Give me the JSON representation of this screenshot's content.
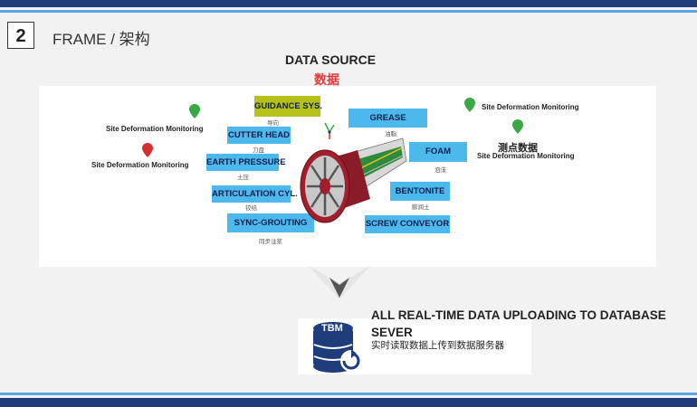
{
  "section": {
    "number": "2",
    "title": "FRAME / 架构"
  },
  "data_source": {
    "title": "DATA SOURCE",
    "subtitle": "数据"
  },
  "modules": {
    "guidance": {
      "label": "GUIDANCE SYS.",
      "sub": "导向"
    },
    "cutter_head": {
      "label": "CUTTER HEAD",
      "sub": "刀盘"
    },
    "earth_pressure": {
      "label": "EARTH PRESSURE",
      "sub": "土压"
    },
    "articulation": {
      "label": "ARTICULATION CYL.",
      "sub": "铰结"
    },
    "sync_grouting": {
      "label": "SYNC-GROUTING",
      "sub": "同步注浆"
    },
    "grease": {
      "label": "GREASE",
      "sub": "油脂"
    },
    "foam": {
      "label": "FOAM",
      "sub": "泡沫"
    },
    "bentonite": {
      "label": "BENTONITE",
      "sub": "膨润土"
    },
    "screw_conveyor": {
      "label": "SCREW CONVEYOR"
    }
  },
  "monitoring": {
    "left_green": "Site Deformation Monitoring",
    "left_red": "Site Deformation Monitoring",
    "right_top": "Site Deformation Monitoring",
    "right_cn": "测点数据",
    "right_bottom": "Site Deformation Monitoring"
  },
  "upload": {
    "icon_text": "TBM",
    "title": "ALL REAL-TIME DATA UPLOADING TO DATABASE SEVER",
    "subtitle": "实时读取数据上传到数据服务器"
  },
  "colors": {
    "accent_blue": "#4db8ec",
    "dark_blue": "#1f3d7a",
    "red": "#e23b3b",
    "green": "#3aa845",
    "olive": "#b6c21a"
  }
}
